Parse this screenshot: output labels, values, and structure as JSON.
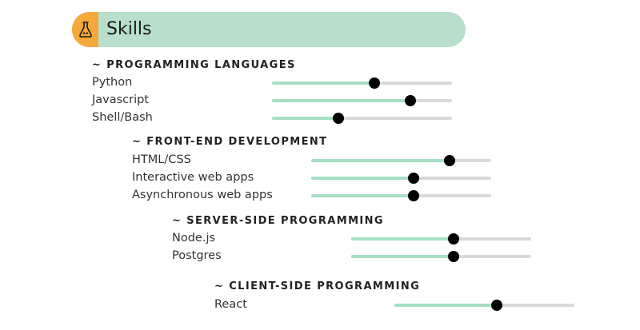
{
  "header": {
    "title": "Skills",
    "icon": "flask-icon",
    "colors": {
      "pill": "#b7dfcb",
      "icon_box": "#f4a93a"
    }
  },
  "colors": {
    "fill": "#a6dfc4",
    "track": "#d9d9d9",
    "knob": "#000000"
  },
  "sections": [
    {
      "title": "~ PROGRAMMING LANGUAGES",
      "skills": [
        {
          "label": "Python",
          "level": 0.57
        },
        {
          "label": "Javascript",
          "level": 0.77
        },
        {
          "label": "Shell/Bash",
          "level": 0.37
        }
      ]
    },
    {
      "title": "~ FRONT-END DEVELOPMENT",
      "skills": [
        {
          "label": "HTML/CSS",
          "level": 0.77
        },
        {
          "label": "Interactive web apps",
          "level": 0.57
        },
        {
          "label": "Asynchronous web apps",
          "level": 0.57
        }
      ]
    },
    {
      "title": "~ SERVER-SIDE PROGRAMMING",
      "skills": [
        {
          "label": "Node.js",
          "level": 0.57
        },
        {
          "label": "Postgres",
          "level": 0.57
        }
      ]
    },
    {
      "title": "~ CLIENT-SIDE PROGRAMMING",
      "skills": [
        {
          "label": "React",
          "level": 0.57
        }
      ]
    }
  ]
}
